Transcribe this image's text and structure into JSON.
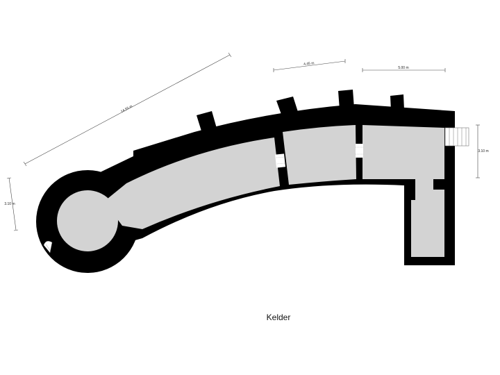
{
  "floor_name": "Kelder",
  "dimensions": {
    "total_length": "14.55 m",
    "middle_room_width": "4.45 m",
    "right_room_width": "5.00 m",
    "right_depth": "3.10 m",
    "tower_depth": "3.10 m"
  },
  "colors": {
    "walls": "#000000",
    "floor": "#d3d3d3",
    "background": "#ffffff",
    "dimension_lines": "#444444"
  }
}
